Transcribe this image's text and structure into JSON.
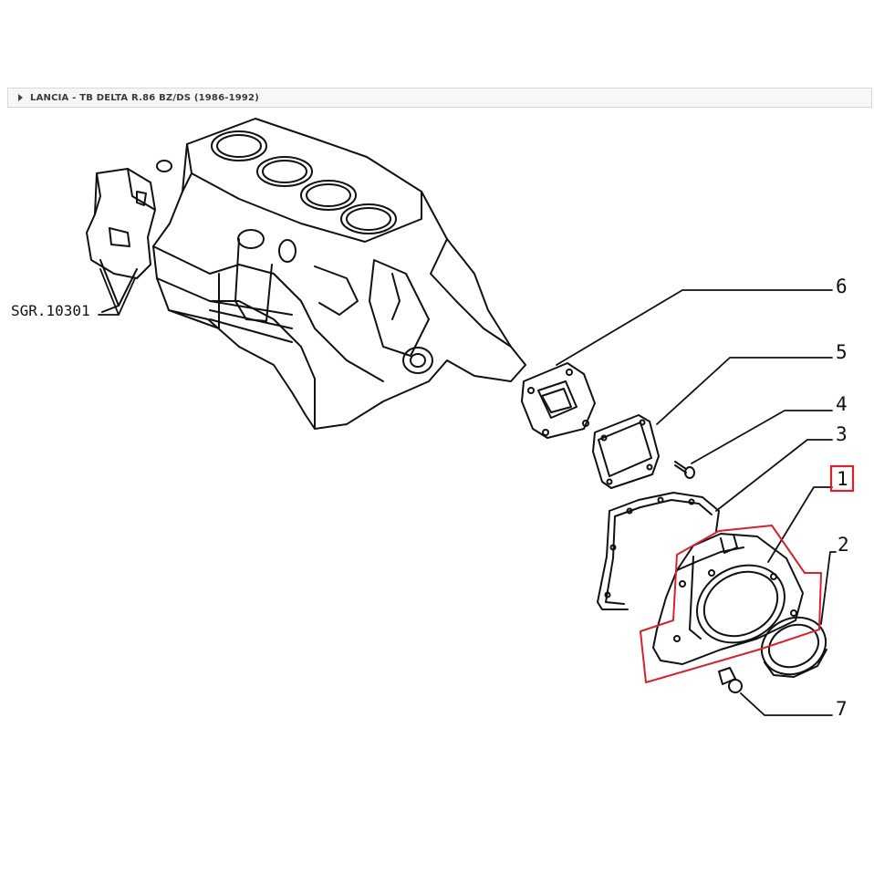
{
  "breadcrumb": {
    "text": "LANCIA - TB DELTA R.86 BZ/DS (1986-1992)"
  },
  "diagram": {
    "reference_label": "SGR.10301",
    "callouts": [
      "1",
      "2",
      "3",
      "4",
      "5",
      "6",
      "7"
    ],
    "highlighted_part": "1",
    "highlight_color": "#d4242c"
  }
}
